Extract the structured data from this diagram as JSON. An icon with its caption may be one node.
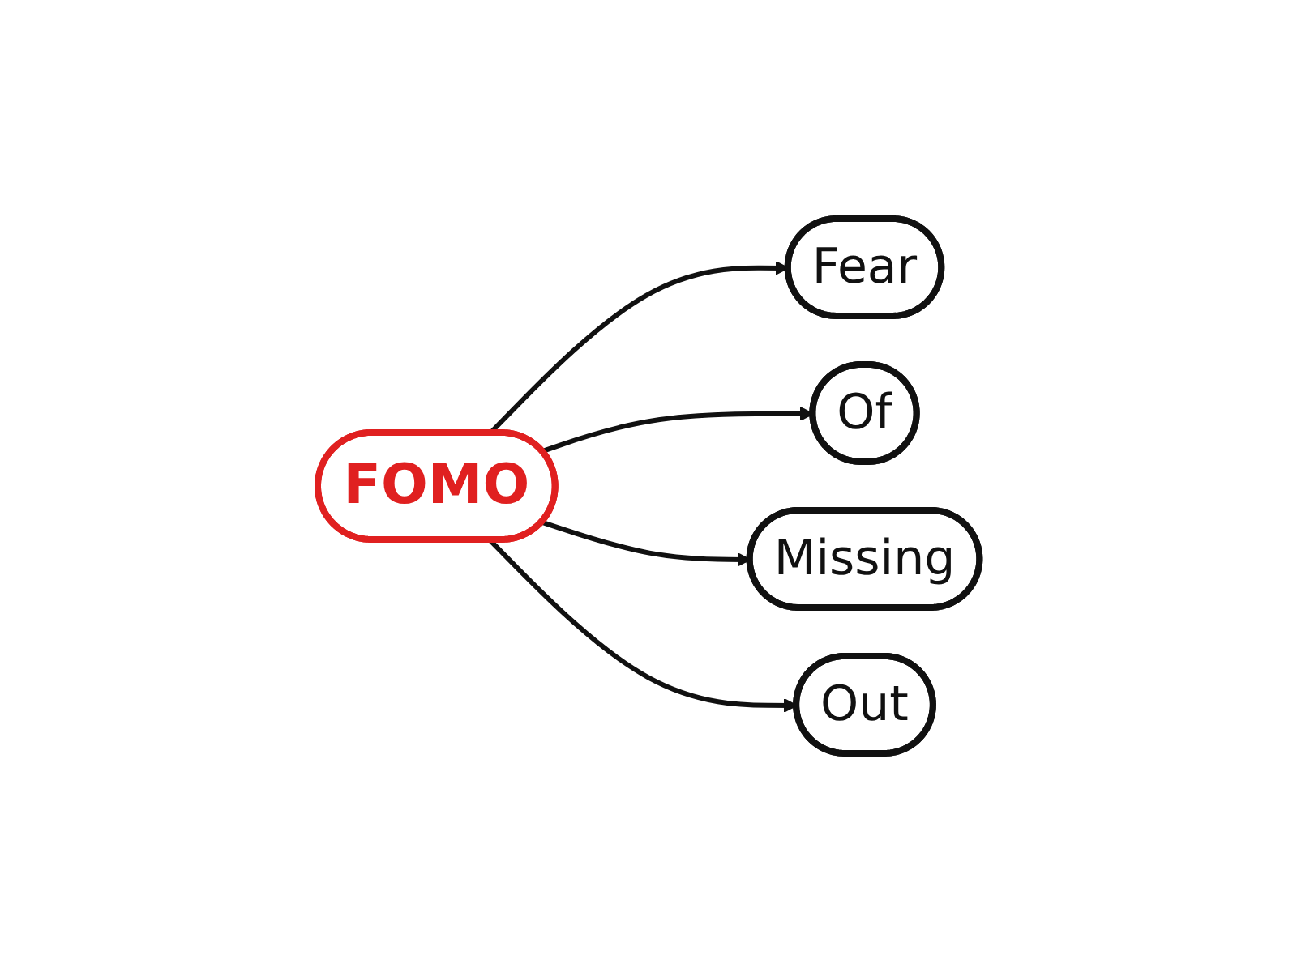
{
  "diagram": {
    "nodes": [
      {
        "text": [
          "FOMO"
        ]
      },
      {
        "text": [
          "Fear"
        ]
      },
      {
        "text": [
          "Of"
        ]
      },
      {
        "text": [
          "Missing"
        ]
      },
      {
        "text": [
          "Out"
        ]
      }
    ],
    "edges": [
      {
        "from": 0,
        "to": 1,
        "arrow": "to"
      },
      {
        "from": 0,
        "to": 2,
        "arrow": "to"
      },
      {
        "from": 0,
        "to": 3,
        "arrow": "to"
      },
      {
        "from": 0,
        "to": 4,
        "arrow": "to"
      }
    ]
  }
}
